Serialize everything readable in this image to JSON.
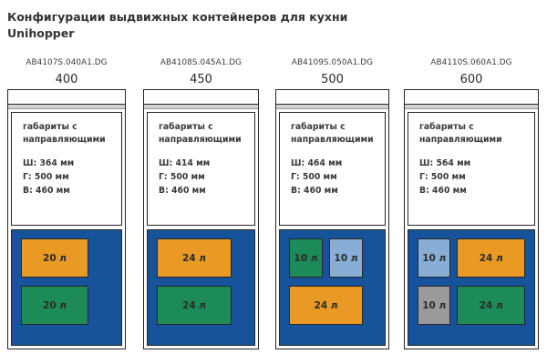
{
  "title": "Конфигурации выдвижных контейнеров для кухни Unihopper",
  "spec_heading": "габариты с направляющими",
  "colors": {
    "drawer_blue": "#17539b",
    "orange": "#e89a25",
    "green": "#1d8b57",
    "light_blue": "#88aed6",
    "gray": "#9a9a9a",
    "outline": "#262626",
    "rail_gray": "#d2d2d2"
  },
  "columns": [
    {
      "sku": "AB4107S.040A1.DG",
      "cabinet_width": "400",
      "spec": {
        "width": "Ш: 364 мм",
        "depth": "Г: 500 мм",
        "height": "В: 460 мм"
      },
      "rows": [
        [
          {
            "label": "20 л",
            "color": "orange",
            "w": 74,
            "h": 43
          }
        ],
        [
          {
            "label": "20 л",
            "color": "green",
            "w": 74,
            "h": 43
          }
        ]
      ]
    },
    {
      "sku": "AB4108S.045A1.DG",
      "cabinet_width": "450",
      "spec": {
        "width": "Ш: 414 мм",
        "depth": "Г: 500 мм",
        "height": "В: 460 мм"
      },
      "rows": [
        [
          {
            "label": "24 л",
            "color": "orange",
            "w": 82,
            "h": 43
          }
        ],
        [
          {
            "label": "24 л",
            "color": "green",
            "w": 82,
            "h": 43
          }
        ]
      ]
    },
    {
      "sku": "AB4109S.050A1.DG",
      "cabinet_width": "500",
      "spec": {
        "width": "Ш: 464 мм",
        "depth": "Г: 500 мм",
        "height": "В: 460 мм"
      },
      "rows": [
        [
          {
            "label": "10 л",
            "color": "green",
            "w": 37,
            "h": 43
          },
          {
            "label": "10 л",
            "color": "lightblue",
            "w": 37,
            "h": 43
          }
        ],
        [
          {
            "label": "24 л",
            "color": "orange",
            "w": 81,
            "h": 43
          }
        ]
      ]
    },
    {
      "sku": "AB4110S.060A1.DG",
      "cabinet_width": "600",
      "spec": {
        "width": "Ш: 564 мм",
        "depth": "Г: 500 мм",
        "height": "В: 460 мм"
      },
      "rows": [
        [
          {
            "label": "10 л",
            "color": "lightblue",
            "w": 37,
            "h": 43
          },
          {
            "label": "24 л",
            "color": "orange",
            "w": 76,
            "h": 43
          }
        ],
        [
          {
            "label": "10 л",
            "color": "gray",
            "w": 37,
            "h": 43
          },
          {
            "label": "24 л",
            "color": "green",
            "w": 76,
            "h": 43
          }
        ]
      ]
    }
  ]
}
